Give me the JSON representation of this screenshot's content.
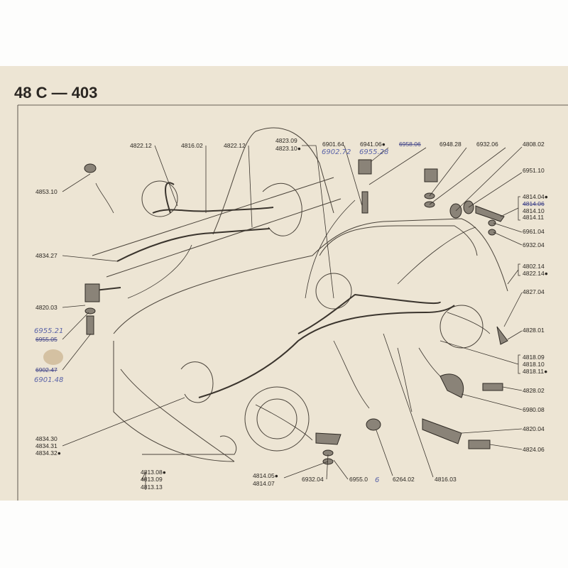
{
  "title": "48 C — 403",
  "labels_left": [
    {
      "id": "4853.10",
      "text": "4853.10"
    },
    {
      "id": "4834.27",
      "text": "4834.27"
    },
    {
      "id": "4820.03",
      "text": "4820.03"
    },
    {
      "id": "6955.21",
      "text": "6955.21",
      "handwritten": true
    },
    {
      "id": "6955.05",
      "text": "6955.05",
      "struck": true
    },
    {
      "id": "6902.47",
      "text": "6902.47",
      "struck": true
    },
    {
      "id": "6901.48",
      "text": "6901.48",
      "handwritten": true
    },
    {
      "id": "4834.30",
      "text": "4834.30"
    },
    {
      "id": "4834.31",
      "text": "4834.31"
    },
    {
      "id": "4834.32",
      "text": "4834.32●"
    }
  ],
  "labels_top": [
    {
      "text": "4822.12"
    },
    {
      "text": "4816.02"
    },
    {
      "text": "4822.12"
    },
    {
      "text": "4823.09"
    },
    {
      "text": "4823.10●"
    },
    {
      "text": "6901.64"
    },
    {
      "text": "6902.72",
      "handwritten": true
    },
    {
      "text": "6941.06●"
    },
    {
      "text": "6955.28",
      "handwritten": true
    },
    {
      "text": "6958.06",
      "struck": true
    },
    {
      "text": "6948.28"
    },
    {
      "text": "6932.06"
    }
  ],
  "labels_right": [
    {
      "text": "4808.02"
    },
    {
      "text": "6951.10"
    },
    {
      "text": "4814.04●"
    },
    {
      "text": "4814.06",
      "struck": true
    },
    {
      "text": "4814.10"
    },
    {
      "text": "4814.11"
    },
    {
      "text": "6961.04"
    },
    {
      "text": "6932.04"
    },
    {
      "text": "4802.14"
    },
    {
      "text": "4822.14●"
    },
    {
      "text": "4827.04"
    },
    {
      "text": "4828.01"
    },
    {
      "text": "4818.09"
    },
    {
      "text": "4818.10"
    },
    {
      "text": "4818.11●"
    },
    {
      "text": "4828.02"
    },
    {
      "text": "6980.08"
    },
    {
      "text": "4820.04"
    },
    {
      "text": "4824.06"
    }
  ],
  "labels_bottom": [
    {
      "text": "4813.08●"
    },
    {
      "text": "4813.09"
    },
    {
      "text": "4813.13"
    },
    {
      "text": "4814.05●"
    },
    {
      "text": "4814.07"
    },
    {
      "text": "6932.04"
    },
    {
      "text": "6955.0"
    },
    {
      "text": "6",
      "handwritten": true
    },
    {
      "text": "6264.02"
    },
    {
      "text": "4816.03"
    }
  ]
}
